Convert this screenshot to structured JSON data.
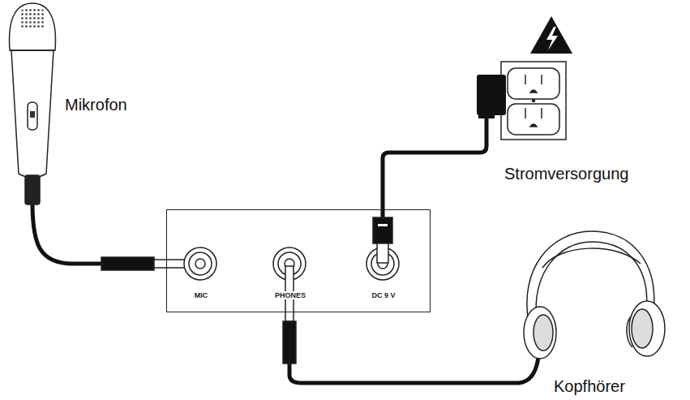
{
  "diagram": {
    "nodes": [
      {
        "text": [
          "MIC",
          "PHONES",
          "DC 9 V"
        ]
      }
    ],
    "labels": [
      "Mikrofon",
      "Stromversorgung",
      "Kopfhörer"
    ]
  }
}
